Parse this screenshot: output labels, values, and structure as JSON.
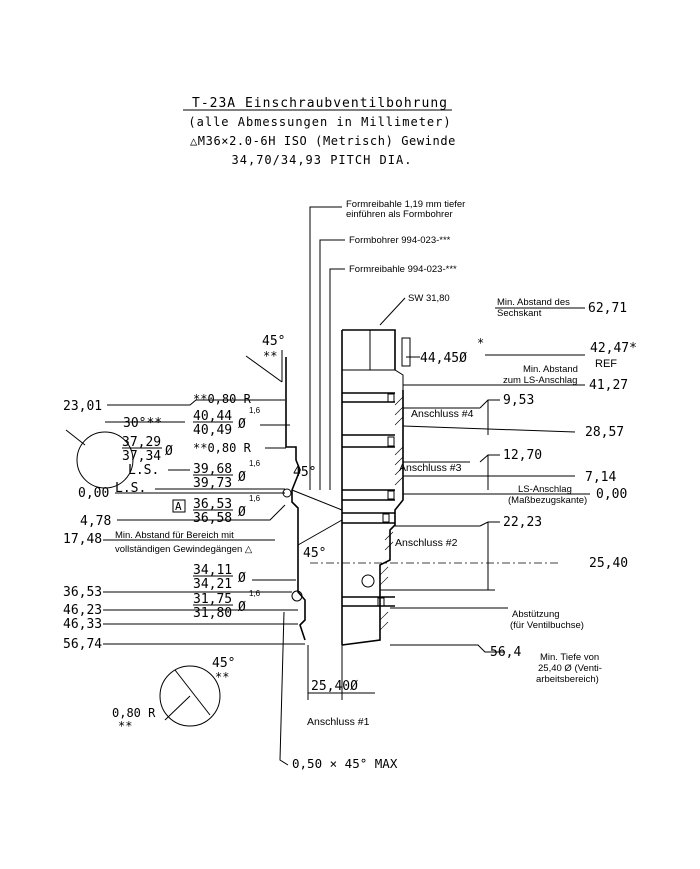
{
  "title": {
    "line1": "T-23A Einschraubventilbohrung",
    "line2": "(alle Abmessungen in Millimeter)",
    "line3": "△M36×2.0-6H ISO (Metrisch) Gewinde",
    "line4": "34,70/34,93 PITCH DIA."
  },
  "callouts": {
    "formreibahle_deep_1": "Formreibahle 1,19 mm tiefer",
    "formreibahle_deep_2": "einführen als Formbohrer",
    "formbohrer": "Formbohrer 994-023-***",
    "formreibahle": "Formreibahle 994-023-***",
    "sw": "SW 31,80",
    "min_abstand_sechskant_1": "Min. Abstand des",
    "min_abstand_sechskant_2": "Sechskant",
    "min_abstand_ls_1": "Min. Abstand",
    "min_abstand_ls_2": "zum LS-Anschlag",
    "ls_anschlag_1": "LS-Anschlag",
    "ls_anschlag_2": "(Maßbezugskante)",
    "abstuetzung_1": "Abstützung",
    "abstuetzung_2": "(für Ventilbuchse)",
    "min_tiefe_1": "Min. Tiefe von",
    "min_tiefe_2": "25,40 Ø (Venti-",
    "min_tiefe_3": "arbeitsbereich)",
    "min_abstand_gewinde_1": "Min. Abstand für Bereich mit",
    "min_abstand_gewinde_2": "vollständigen Gewindegängen △"
  },
  "ports": {
    "p1": "Anschluss #1",
    "p2": "Anschluss #2",
    "p3": "Anschluss #3",
    "p4": "Anschluss #4"
  },
  "right_dims": {
    "d6271": "62,71",
    "d4247": "42,47*",
    "ref": "REF",
    "d4127": "41,27",
    "d953": "9,53",
    "d2857": "28,57",
    "d1270": "12,70",
    "d714": "7,14",
    "d000": "0,00",
    "d2223": "22,23",
    "d2540": "25,40",
    "d564": "56,4",
    "star": "*",
    "d4445": "44,45Ø"
  },
  "left_dims": {
    "d2301": "23,01",
    "d000": "0,00",
    "d478": "4,78",
    "d1748": "17,48",
    "d3653": "36,53",
    "d4623": "46,23",
    "d4633": "46,33",
    "d5674": "56,74"
  },
  "diameters": {
    "r080a": "**0,80 R",
    "r080b": "**0,80 R",
    "d4044": "40,44",
    "d4049": "40,49",
    "d3729": "37,29",
    "d3734": "37,34",
    "d3968": "39,68",
    "d3973": "39,73",
    "d3653": "36,53",
    "d3658": "36,58",
    "d3411": "34,11",
    "d3421": "34,21",
    "d3175": "31,75",
    "d3180": "31,80",
    "d2540": "25,40Ø",
    "datum_a": "A",
    "finish": "1,6",
    "dia": "Ø"
  },
  "angles": {
    "a45_top": "45°",
    "a45_top_star": "**",
    "a30": "30°**",
    "a45_mid": "45°",
    "a45_lower": "45°",
    "a45_detail": "45°",
    "a45_detail_star": "**",
    "r080_detail": "0,80 R",
    "r080_detail_star": "**"
  },
  "labels": {
    "ls1": "L.S.",
    "ls2": "L.S.",
    "chamfer": "0,50 × 45° MAX"
  }
}
